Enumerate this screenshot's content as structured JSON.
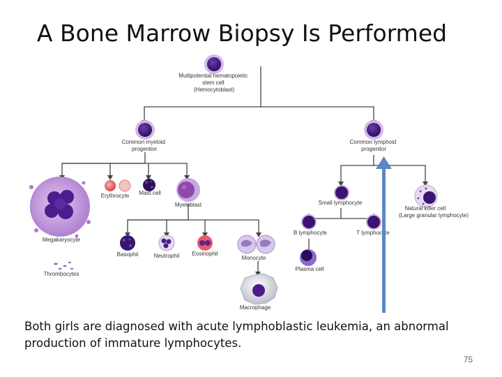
{
  "slide": {
    "title": "A Bone Marrow Biopsy Is Performed",
    "caption": "Both girls are diagnosed with acute lymphoblastic leukemia, an abnormal production of immature lymphocytes.",
    "page_number": "75"
  },
  "diagram": {
    "stem_cell": [
      "Multipotential hematopoietic",
      "stem cell",
      "(Hemocytoblast)"
    ],
    "myeloid_progenitor": [
      "Common myeloid",
      "progenitor"
    ],
    "lymphoid_progenitor": [
      "Common lymphoid",
      "progenitor"
    ],
    "megakaryocyte": "Megakaryocyte",
    "thrombocytes": "Thrombocytes",
    "erythrocyte": "Erythrocyte",
    "mast_cell": "Mast cell",
    "myeloblast": "Myeloblast",
    "basophil": "Basophil",
    "neutrophil": "Neutrophil",
    "eosinophil": "Eosinophil",
    "monocyte": "Monocyte",
    "macrophage": "Macrophage",
    "small_lymphocyte": "Small lymphocyte",
    "natural_killer": [
      "Natural killer cell",
      "(Large granular lymphocyte)"
    ],
    "b_lymphocyte": "B lymphocyte",
    "t_lymphocyte": "T lymphocyte",
    "plasma_cell": "Plasma cell"
  },
  "colors": {
    "line": "#444444",
    "nucleus": "#3a1470",
    "cytoplasm": "#c9a8e0",
    "arrow": "#5b87c5"
  }
}
